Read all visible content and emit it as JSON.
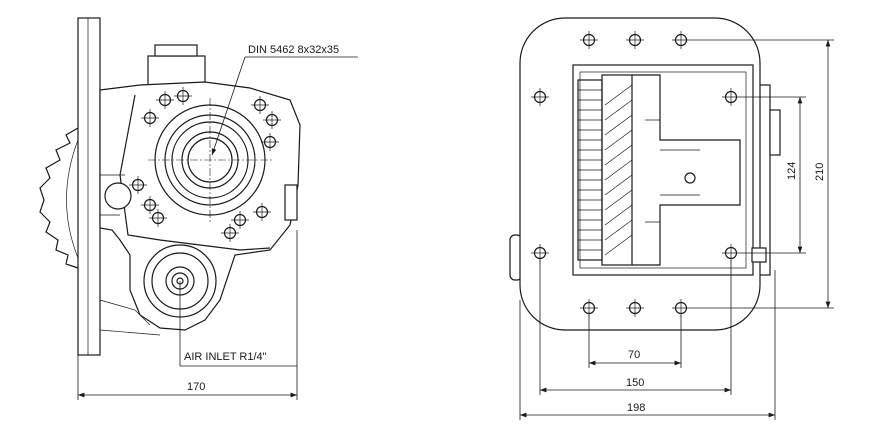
{
  "side_view": {
    "spline_label": "DIN 5462 8x32x35",
    "air_inlet_label": "AIR INLET R1/4\"",
    "width_dimension": "170"
  },
  "front_view": {
    "dim_bolt_spacing_inner": "70",
    "dim_bolt_spacing_outer": "150",
    "dim_overall_width": "198",
    "dim_vertical_bolt_spacing": "124",
    "dim_overall_height": "210"
  }
}
